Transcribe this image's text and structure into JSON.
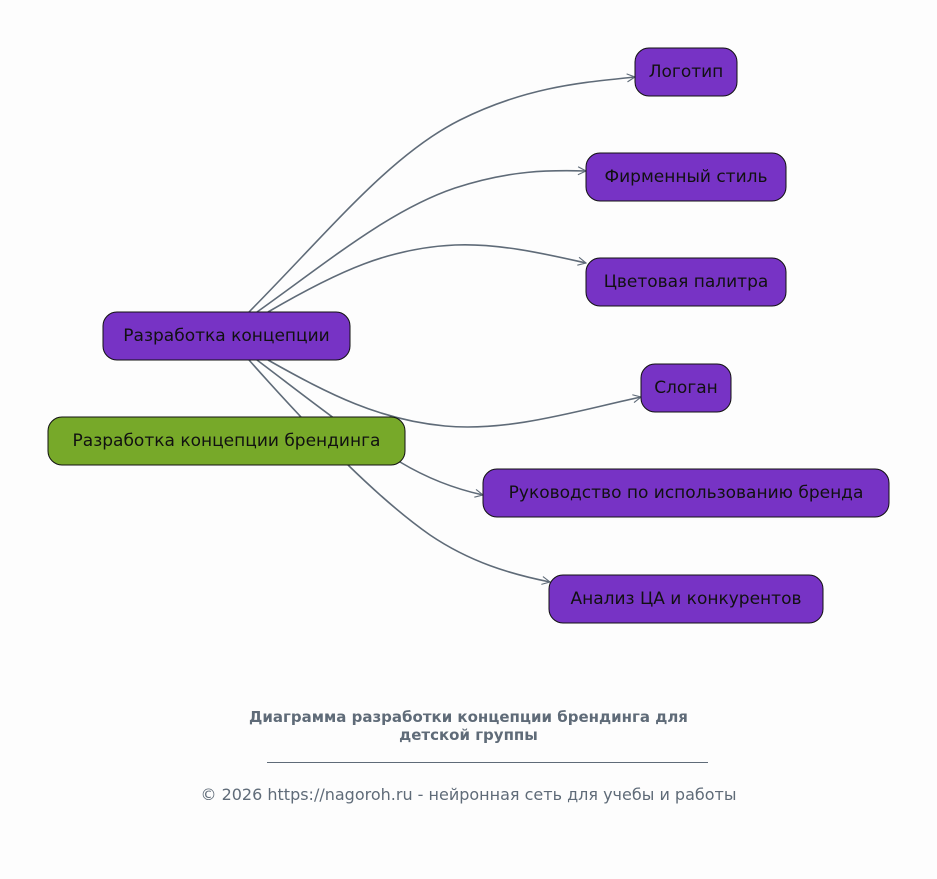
{
  "colors": {
    "root": "#77a929",
    "hub": "#7733c5",
    "leaf": "#7733c5",
    "edge": "#5f6b78",
    "text": "#5f6b78"
  },
  "nodes": {
    "root": "Разработка концепции брендинга",
    "hub": "Разработка концепции",
    "leaves": [
      "Логотип",
      "Фирменный стиль",
      "Цветовая палитра",
      "Слоган",
      "Руководство по использованию бренда",
      "Анализ ЦА и конкурентов"
    ]
  },
  "edges": [
    {
      "from": "hub",
      "to": 0
    },
    {
      "from": "hub",
      "to": 1
    },
    {
      "from": "hub",
      "to": 2
    },
    {
      "from": "hub",
      "to": 3
    },
    {
      "from": "hub",
      "to": 4
    },
    {
      "from": "hub",
      "to": 5
    }
  ],
  "caption": {
    "title_line1": "Диаграмма разработки концепции брендинга для",
    "title_line2": "детской группы",
    "copyright": "© 2026 https://nagoroh.ru - нейронная сеть для учебы и работы"
  }
}
